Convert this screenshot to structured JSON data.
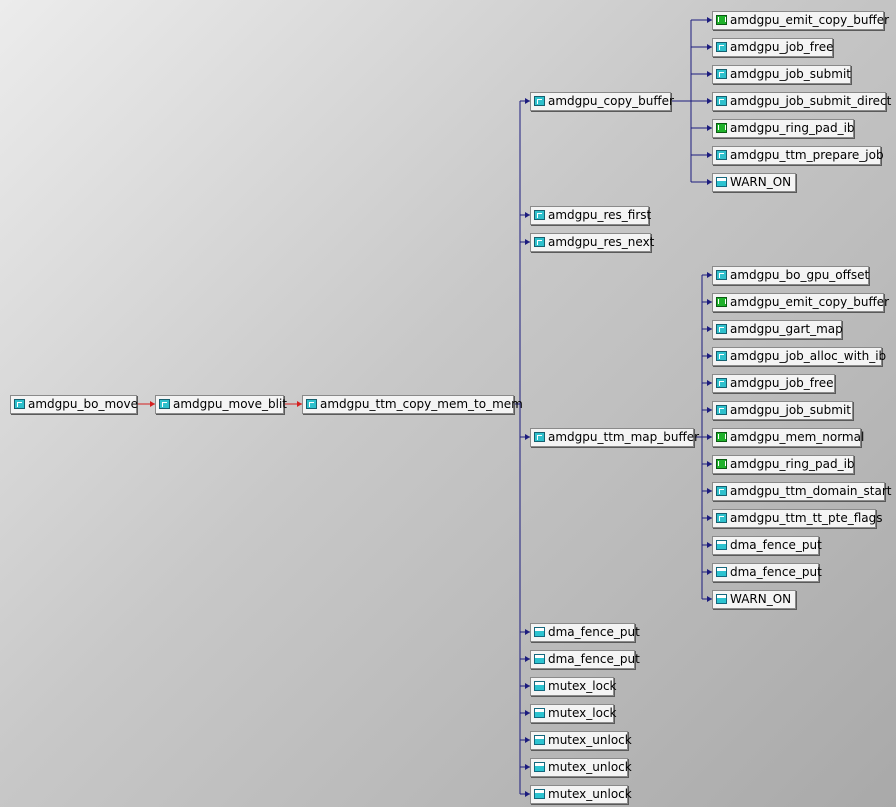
{
  "root": {
    "label": "amdgpu_bo_move",
    "icon": "function-icon"
  },
  "level1": {
    "label": "amdgpu_move_blit",
    "icon": "function-icon"
  },
  "level2": {
    "label": "amdgpu_ttm_copy_mem_to_mem",
    "icon": "function-icon"
  },
  "level3": [
    {
      "label": "amdgpu_copy_buffer",
      "icon": "function-icon"
    },
    {
      "label": "amdgpu_res_first",
      "icon": "function-icon"
    },
    {
      "label": "amdgpu_res_next",
      "icon": "function-icon"
    },
    {
      "label": "amdgpu_ttm_map_buffer",
      "icon": "function-icon"
    },
    {
      "label": "dma_fence_put",
      "icon": "external-icon"
    },
    {
      "label": "dma_fence_put",
      "icon": "external-icon"
    },
    {
      "label": "mutex_lock",
      "icon": "external-icon"
    },
    {
      "label": "mutex_lock",
      "icon": "external-icon"
    },
    {
      "label": "mutex_unlock",
      "icon": "external-icon"
    },
    {
      "label": "mutex_unlock",
      "icon": "external-icon"
    },
    {
      "label": "mutex_unlock",
      "icon": "external-icon"
    }
  ],
  "copy_buffer_children": [
    {
      "label": "amdgpu_emit_copy_buffer",
      "icon": "macro-icon"
    },
    {
      "label": "amdgpu_job_free",
      "icon": "function-icon"
    },
    {
      "label": "amdgpu_job_submit",
      "icon": "function-icon"
    },
    {
      "label": "amdgpu_job_submit_direct",
      "icon": "function-icon"
    },
    {
      "label": "amdgpu_ring_pad_ib",
      "icon": "macro-icon"
    },
    {
      "label": "amdgpu_ttm_prepare_job",
      "icon": "function-icon"
    },
    {
      "label": "WARN_ON",
      "icon": "external-icon"
    }
  ],
  "map_buffer_children": [
    {
      "label": "amdgpu_bo_gpu_offset",
      "icon": "function-icon"
    },
    {
      "label": "amdgpu_emit_copy_buffer",
      "icon": "macro-icon"
    },
    {
      "label": "amdgpu_gart_map",
      "icon": "function-icon"
    },
    {
      "label": "amdgpu_job_alloc_with_ib",
      "icon": "function-icon"
    },
    {
      "label": "amdgpu_job_free",
      "icon": "function-icon"
    },
    {
      "label": "amdgpu_job_submit",
      "icon": "function-icon"
    },
    {
      "label": "amdgpu_mem_normal",
      "icon": "macro-icon"
    },
    {
      "label": "amdgpu_ring_pad_ib",
      "icon": "macro-icon"
    },
    {
      "label": "amdgpu_ttm_domain_start",
      "icon": "function-icon"
    },
    {
      "label": "amdgpu_ttm_tt_pte_flags",
      "icon": "function-icon"
    },
    {
      "label": "dma_fence_put",
      "icon": "external-icon"
    },
    {
      "label": "dma_fence_put",
      "icon": "external-icon"
    },
    {
      "label": "WARN_ON",
      "icon": "external-icon"
    }
  ],
  "colors": {
    "call_chain_edge": "#d42020",
    "tree_edge": "#1c1c7e"
  }
}
